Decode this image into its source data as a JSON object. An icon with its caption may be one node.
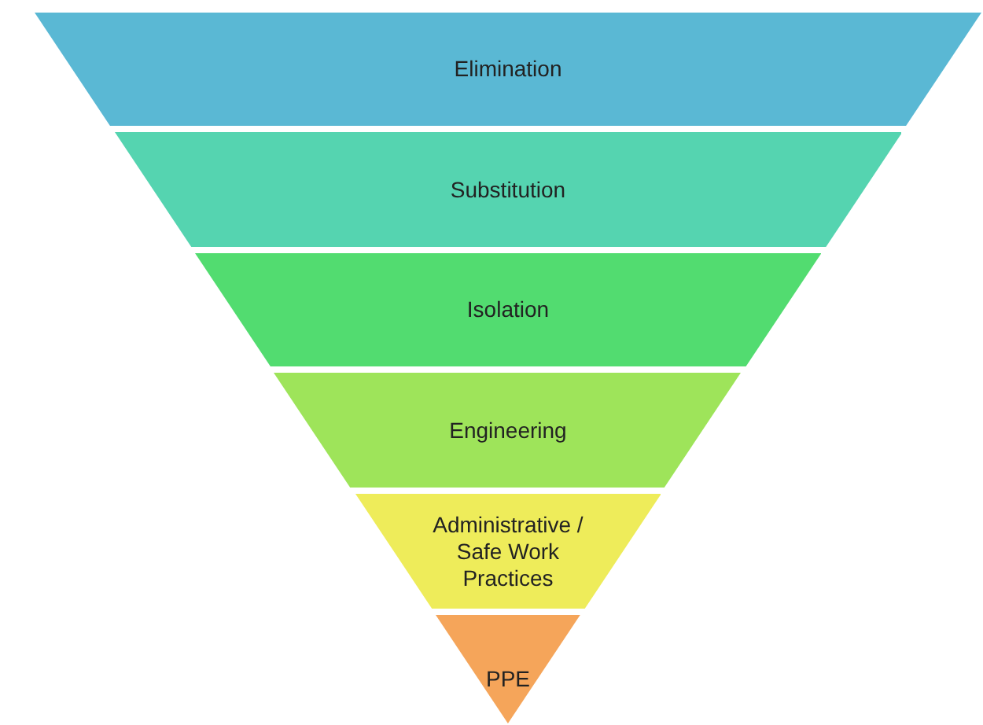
{
  "diagram": {
    "nodes": [
      {
        "text": [
          "Elimination"
        ]
      },
      {
        "text": [
          "Substitution"
        ]
      },
      {
        "text": [
          "Isolation"
        ]
      },
      {
        "text": [
          "Engineering"
        ]
      },
      {
        "text": [
          "Administrative / Safe Work Practices"
        ]
      },
      {
        "text": [
          "PPE"
        ]
      }
    ]
  }
}
